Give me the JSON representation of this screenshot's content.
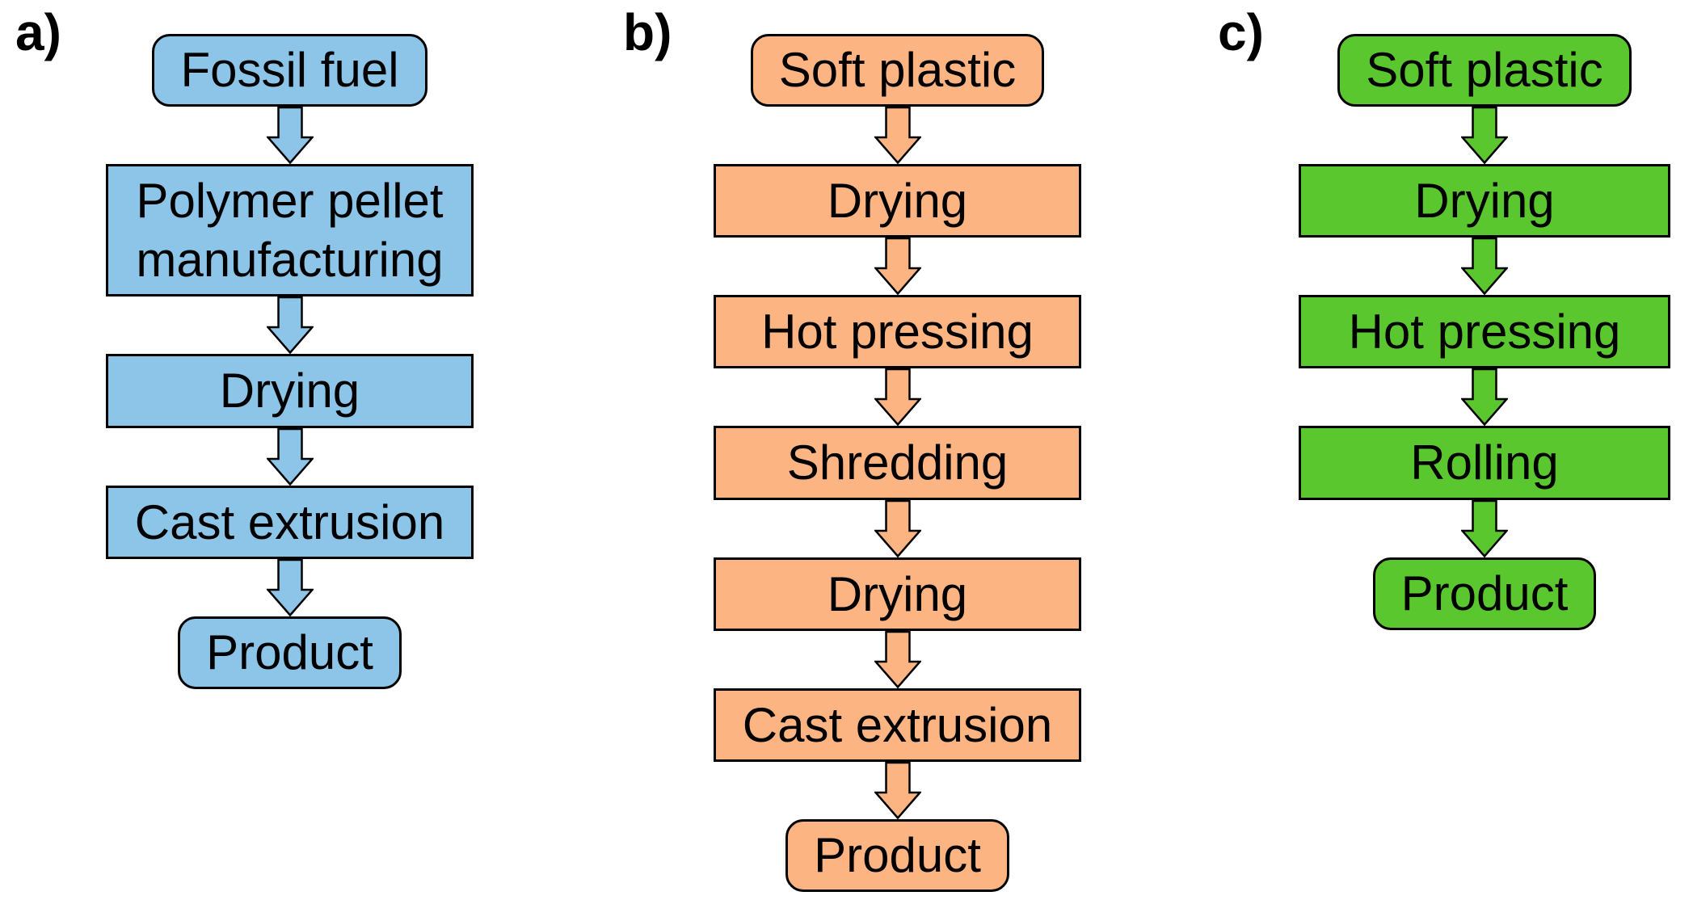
{
  "figure": {
    "background": "#FFFFFF",
    "text_color": "#000000",
    "border_color": "#000000"
  },
  "icons": {
    "down_arrow": "block-arrow-down"
  },
  "flows": [
    {
      "label": "a)",
      "fill_color": "#8CC5E8",
      "steps": [
        {
          "label": "Fossil fuel",
          "shape": "rounded"
        },
        {
          "label": "Polymer pellet manufacturing",
          "shape": "rect"
        },
        {
          "label": "Drying",
          "shape": "rect"
        },
        {
          "label": "Cast extrusion",
          "shape": "rect"
        },
        {
          "label": "Product",
          "shape": "rounded"
        }
      ]
    },
    {
      "label": "b)",
      "fill_color": "#FDB483",
      "steps": [
        {
          "label": "Soft plastic",
          "shape": "rounded"
        },
        {
          "label": "Drying",
          "shape": "rect"
        },
        {
          "label": "Hot pressing",
          "shape": "rect"
        },
        {
          "label": "Shredding",
          "shape": "rect"
        },
        {
          "label": "Drying",
          "shape": "rect"
        },
        {
          "label": "Cast extrusion",
          "shape": "rect"
        },
        {
          "label": "Product",
          "shape": "rounded"
        }
      ]
    },
    {
      "label": "c)",
      "fill_color": "#5BC72F",
      "steps": [
        {
          "label": "Soft plastic",
          "shape": "rounded"
        },
        {
          "label": "Drying",
          "shape": "rect"
        },
        {
          "label": "Hot pressing",
          "shape": "rect"
        },
        {
          "label": "Rolling",
          "shape": "rect"
        },
        {
          "label": "Product",
          "shape": "rounded"
        }
      ]
    }
  ]
}
